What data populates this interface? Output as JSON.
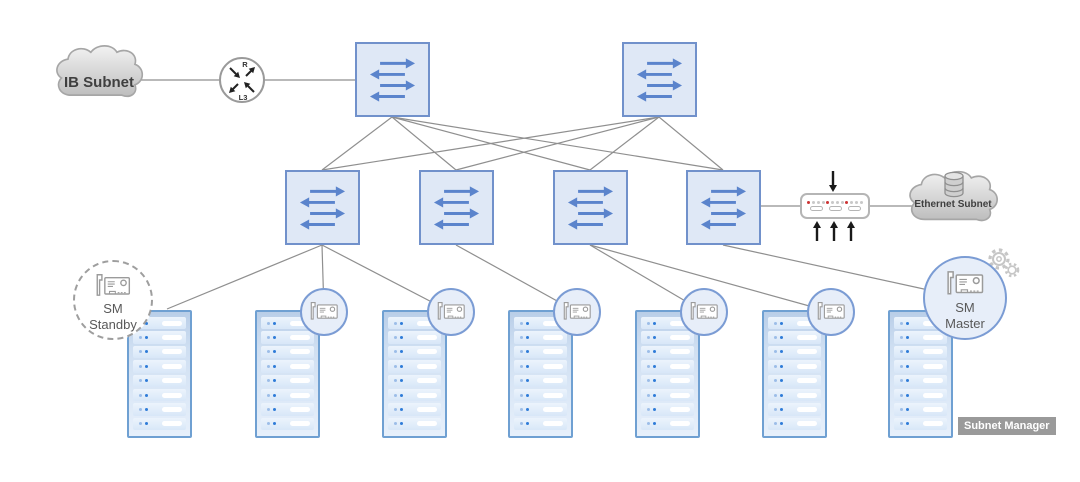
{
  "nodes": {
    "ib_cloud": {
      "label": "IB Subnet"
    },
    "router": {
      "label_top": "R",
      "label_bottom": "L3"
    },
    "ethernet_cloud": {
      "label": "Ethernet Subnet"
    },
    "sm_standby": {
      "line1": "SM",
      "line2": "Standby"
    },
    "sm_master": {
      "line1": "SM",
      "line2": "Master"
    },
    "subnet_manager_badge": {
      "label": "Subnet Manager"
    }
  },
  "counts": {
    "spine_switches": 2,
    "leaf_switches": 4,
    "server_racks": 7,
    "servers_per_rack": 8,
    "nic_circle_badges": 5
  },
  "icons": [
    "cloud-icon",
    "router-l3-icon",
    "switch-arrows-icon",
    "nic-card-icon",
    "gear-icon",
    "database-icon",
    "ethernet-gateway-icon",
    "server-rack-icon",
    "traffic-arrow-icon"
  ],
  "colors": {
    "switch_fill": "#dfe8f6",
    "switch_border": "#7191cb",
    "switch_arrow": "#5b84cc",
    "connector_line": "#8f8f8f",
    "rack_border": "#6fa0d2",
    "rack_fill": "#cfdff2",
    "nic_circle_fill": "#e7eef9",
    "nic_circle_border": "#7b9cd4",
    "badge_bg": "#9a9a9a",
    "badge_text": "#ffffff",
    "port_dot_red": "#cc3333",
    "traffic_arrow": "#1a1a1a",
    "cloud_text": "#3f3f3f"
  }
}
